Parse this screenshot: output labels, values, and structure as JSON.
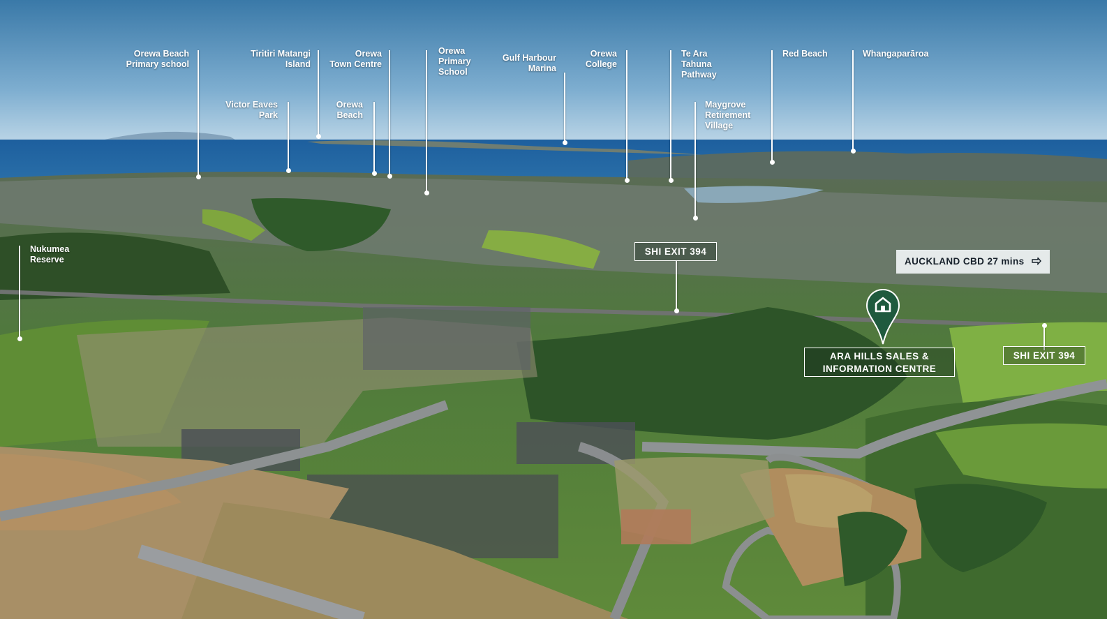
{
  "labels": {
    "orewa_beach_primary": "Orewa Beach\nPrimary school",
    "tiritiri": "Tiritiri Matangi\nIsland",
    "orewa_town_centre": "Orewa\nTown Centre",
    "orewa_primary": "Orewa\nPrimary\nSchool",
    "gulf_harbour": "Gulf Harbour\nMarina",
    "orewa_college": "Orewa\nCollege",
    "te_ara_tahuna": "Te Ara\nTahuna\nPathway",
    "red_beach": "Red Beach",
    "whangaparaoa": "Whangaparāroa",
    "victor_eaves": "Victor Eaves\nPark",
    "orewa_beach": "Orewa\nBeach",
    "maygrove": "Maygrove\nRetirement\nVillage",
    "nukumea": "Nukumea\nReserve"
  },
  "callouts": {
    "shi_exit_center": "SHI EXIT 394",
    "shi_exit_right": "SHI EXIT 394",
    "auckland_cbd": "AUCKLAND CBD 27 mins",
    "ara_hills": "ARA HILLS SALES &\nINFORMATION CENTRE"
  },
  "icons": {
    "arrow": "arrow-right-icon",
    "marker": "home-location-marker-icon"
  },
  "colors": {
    "marker_green": "#1f5a3e",
    "sky_top": "#3f7fae",
    "sea": "#1f64a6"
  }
}
